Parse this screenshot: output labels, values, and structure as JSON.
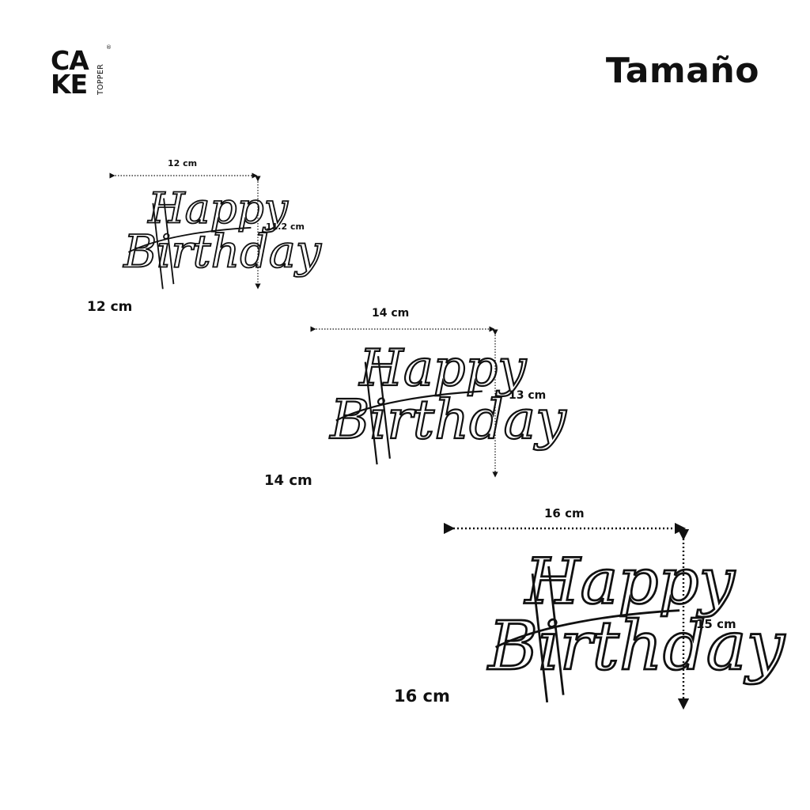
{
  "brand": {
    "logo_line1": "CA",
    "logo_line2": "KE",
    "logo_side": "TOPPER",
    "logo_mark": "®"
  },
  "title": "Tamaño",
  "sizes": [
    {
      "size_label": "12 cm",
      "width_label": "12 cm",
      "height_label": "11.2 cm",
      "topper_text_1": "Happy",
      "topper_text_2": "Birthday"
    },
    {
      "size_label": "14 cm",
      "width_label": "14 cm",
      "height_label": "13 cm",
      "topper_text_1": "Happy",
      "topper_text_2": "Birthday"
    },
    {
      "size_label": "16 cm",
      "width_label": "16 cm",
      "height_label": "15 cm",
      "topper_text_1": "Happy",
      "topper_text_2": "Birthday"
    }
  ]
}
